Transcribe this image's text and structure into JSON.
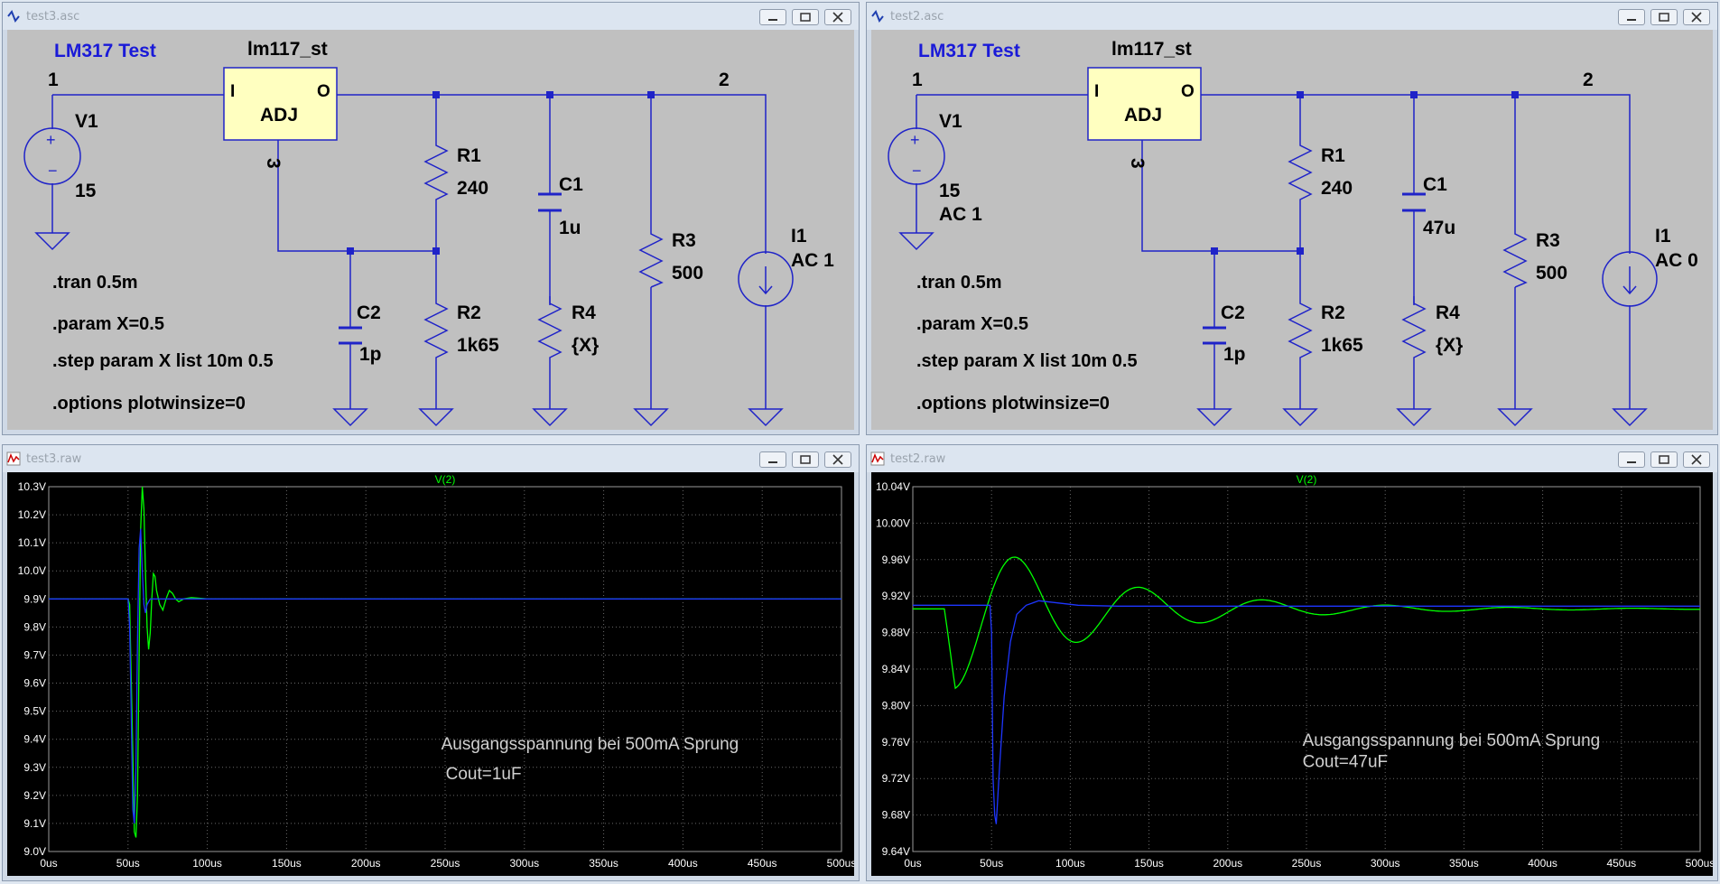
{
  "colors": {
    "wire": "#1f23c8",
    "component": "#1f23c8",
    "component_fill": "#ffffc0",
    "title_blue": "#1a1ad8",
    "grid": "#6a6a6a",
    "trace_green": "#00ff00",
    "trace_blue": "#1e36ff",
    "plot_bg": "#000000",
    "schematic_bg": "#c0c0c0"
  },
  "icons": {
    "schematic": "ltspice-schematic-icon",
    "waveform": "ltspice-waveform-icon"
  },
  "schematics": [
    {
      "window_title": "test3.asc",
      "header": "LM317 Test",
      "ic_name": "lm117_st",
      "ic_pin_in": "I",
      "ic_pin_out": "O",
      "ic_pin_adj": "ADJ",
      "node1": "1",
      "node2": "2",
      "node3": "3",
      "v1": {
        "name": "V1",
        "value": "15",
        "value2": ""
      },
      "r1": {
        "name": "R1",
        "value": "240"
      },
      "r2": {
        "name": "R2",
        "value": "1k65"
      },
      "r3": {
        "name": "R3",
        "value": "500"
      },
      "r4": {
        "name": "R4",
        "value": "{X}"
      },
      "c1": {
        "name": "C1",
        "value": "1u"
      },
      "c2": {
        "name": "C2",
        "value": "1p"
      },
      "i1": {
        "name": "I1",
        "value": "AC 1"
      },
      "directives": [
        ".tran 0.5m",
        ".param X=0.5",
        ".step param X list 10m 0.5",
        ".options plotwinsize=0"
      ]
    },
    {
      "window_title": "test2.asc",
      "header": "LM317 Test",
      "ic_name": "lm117_st",
      "ic_pin_in": "I",
      "ic_pin_out": "O",
      "ic_pin_adj": "ADJ",
      "node1": "1",
      "node2": "2",
      "node3": "3",
      "v1": {
        "name": "V1",
        "value": "15",
        "value2": "AC 1"
      },
      "r1": {
        "name": "R1",
        "value": "240"
      },
      "r2": {
        "name": "R2",
        "value": "1k65"
      },
      "r3": {
        "name": "R3",
        "value": "500"
      },
      "r4": {
        "name": "R4",
        "value": "{X}"
      },
      "c1": {
        "name": "C1",
        "value": "47u"
      },
      "c2": {
        "name": "C2",
        "value": "1p"
      },
      "i1": {
        "name": "I1",
        "value": "AC 0"
      },
      "directives": [
        ".tran 0.5m",
        ".param X=0.5",
        ".step param X list 10m 0.5",
        ".options plotwinsize=0"
      ]
    }
  ],
  "chart_data": [
    {
      "type": "line",
      "window_title": "test3.raw",
      "title": "V(2)",
      "xlim": [
        0,
        500
      ],
      "x_unit": "us",
      "x_ticks": [
        "0us",
        "50us",
        "100us",
        "150us",
        "200us",
        "250us",
        "300us",
        "350us",
        "400us",
        "450us",
        "500us"
      ],
      "ylim": [
        9.0,
        10.3
      ],
      "y_ticks": [
        "9.0V",
        "9.1V",
        "9.2V",
        "9.3V",
        "9.4V",
        "9.5V",
        "9.6V",
        "9.7V",
        "9.8V",
        "9.9V",
        "10.0V",
        "10.1V",
        "10.2V",
        "10.3V"
      ],
      "annotation": [
        "Ausgangsspannung bei 500mA Sprung",
        "Cout=1uF"
      ],
      "series": [
        {
          "color": "#00ff00",
          "points": [
            [
              0,
              9.9
            ],
            [
              50,
              9.9
            ],
            [
              51,
              9.88
            ],
            [
              53,
              9.35
            ],
            [
              54,
              9.07
            ],
            [
              55,
              9.05
            ],
            [
              56,
              9.2
            ],
            [
              57,
              9.7
            ],
            [
              58,
              10.15
            ],
            [
              59,
              10.3
            ],
            [
              60,
              10.22
            ],
            [
              61,
              10.0
            ],
            [
              62,
              9.8
            ],
            [
              63,
              9.72
            ],
            [
              64,
              9.78
            ],
            [
              65,
              9.9
            ],
            [
              66,
              9.99
            ],
            [
              67,
              9.98
            ],
            [
              68,
              9.93
            ],
            [
              70,
              9.88
            ],
            [
              72,
              9.86
            ],
            [
              74,
              9.9
            ],
            [
              76,
              9.93
            ],
            [
              78,
              9.92
            ],
            [
              80,
              9.9
            ],
            [
              82,
              9.89
            ],
            [
              85,
              9.9
            ],
            [
              90,
              9.905
            ],
            [
              100,
              9.9
            ],
            [
              500,
              9.9
            ]
          ]
        },
        {
          "color": "#1e36ff",
          "points": [
            [
              0,
              9.9
            ],
            [
              50,
              9.9
            ],
            [
              51,
              9.8
            ],
            [
              52,
              9.5
            ],
            [
              53,
              9.15
            ],
            [
              54,
              9.1
            ],
            [
              55,
              9.3
            ],
            [
              56,
              9.75
            ],
            [
              57,
              10.08
            ],
            [
              58,
              10.15
            ],
            [
              59,
              10.0
            ],
            [
              60,
              9.88
            ],
            [
              61,
              9.85
            ],
            [
              62,
              9.88
            ],
            [
              64,
              9.9
            ],
            [
              70,
              9.9
            ],
            [
              500,
              9.9
            ]
          ]
        }
      ]
    },
    {
      "type": "line",
      "window_title": "test2.raw",
      "title": "V(2)",
      "xlim": [
        0,
        500
      ],
      "x_unit": "us",
      "x_ticks": [
        "0us",
        "50us",
        "100us",
        "150us",
        "200us",
        "250us",
        "300us",
        "350us",
        "400us",
        "450us",
        "500us"
      ],
      "ylim": [
        9.64,
        10.04
      ],
      "y_ticks": [
        "9.64V",
        "9.68V",
        "9.72V",
        "9.76V",
        "9.80V",
        "9.84V",
        "9.88V",
        "9.92V",
        "9.96V",
        "10.00V",
        "10.04V"
      ],
      "annotation": [
        "Ausgangsspannung bei 500mA Sprung",
        "Cout=47uF"
      ],
      "series": [
        {
          "color": "#00ff00",
          "points": "damped:9.906:0.094:78.5:90:20"
        },
        {
          "color": "#1e36ff",
          "points": [
            [
              0,
              9.91
            ],
            [
              49,
              9.91
            ],
            [
              50,
              9.88
            ],
            [
              51,
              9.72
            ],
            [
              52,
              9.68
            ],
            [
              53,
              9.67
            ],
            [
              55,
              9.73
            ],
            [
              58,
              9.81
            ],
            [
              62,
              9.87
            ],
            [
              66,
              9.9
            ],
            [
              72,
              9.91
            ],
            [
              80,
              9.915
            ],
            [
              90,
              9.913
            ],
            [
              105,
              9.91
            ],
            [
              130,
              9.909
            ],
            [
              500,
              9.909
            ]
          ]
        }
      ]
    }
  ]
}
